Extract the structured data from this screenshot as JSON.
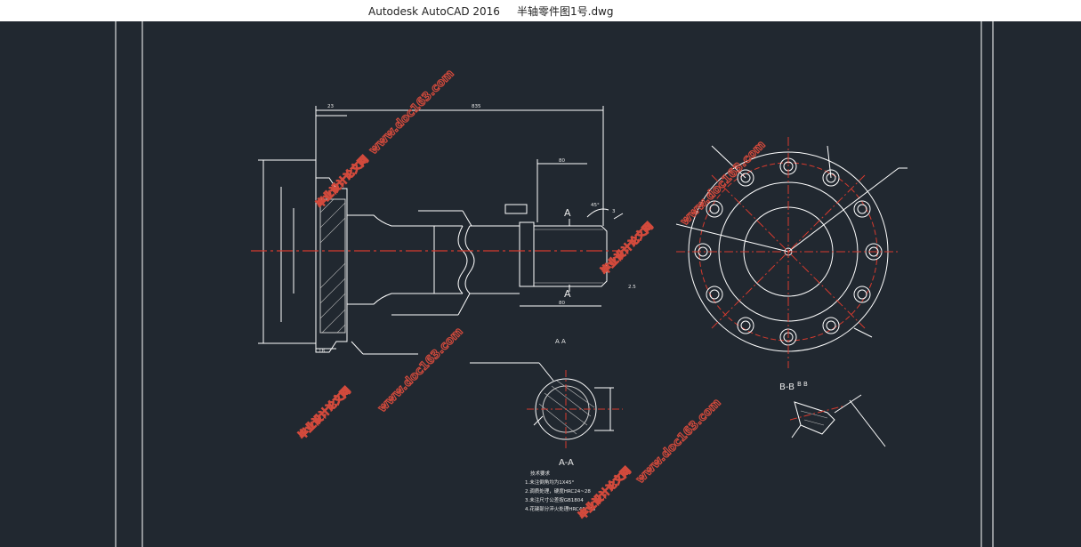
{
  "window": {
    "title": "Autodesk AutoCAD 2016     半轴零件图1号.dwg"
  },
  "drawing": {
    "section_labels": {
      "a_a_caption": "A-A",
      "a_marker_top": "A",
      "a_marker_bottom": "A",
      "a_a_small": "A  A",
      "b_b_caption": "B-B",
      "b_b_small": "B  B"
    },
    "dimensions": {
      "flange_length": "23",
      "total_length": "835",
      "spline_length": "80",
      "end_length": "80",
      "left_bottom": "18",
      "angle": "45°",
      "dim_3": "3",
      "dim_25": "2.5"
    },
    "technical_requirements": {
      "heading": "技术要求",
      "lines": [
        "1.未注倒角均为1X45°",
        "2.调质处理，硬度HRC24~28",
        "3.未注尺寸公差按GB1804",
        "4.花键部分淬火处理HRC40~45"
      ]
    },
    "watermark": {
      "site": "www.doc163.com",
      "cn_text": "毕业设计论文网"
    }
  },
  "colors": {
    "background": "#212830",
    "linework": "#ffffff",
    "centerline": "#d63a2e",
    "titlebar": "#ffffff",
    "watermark": "#d24a3c"
  }
}
